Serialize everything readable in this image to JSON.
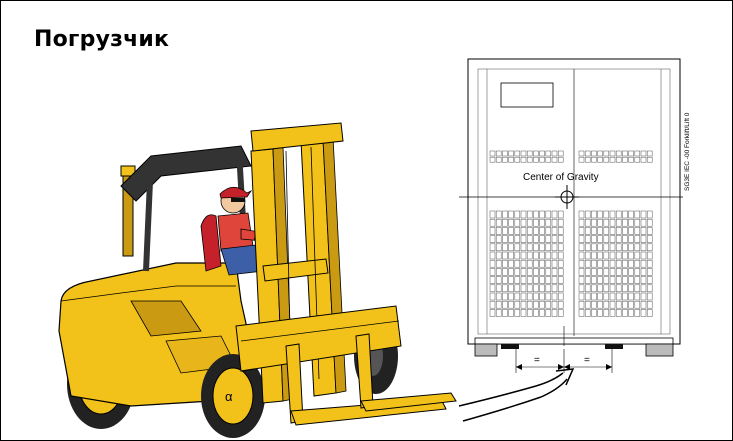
{
  "title": "Погрузчик",
  "cabinet": {
    "cg_label": "Center of Gravity",
    "side_code": "SG3E IEC -00 Forklift/Lift 0"
  },
  "dimensions": {
    "left_mark": "=",
    "right_mark": "="
  },
  "colors": {
    "forklift_yellow": "#F2C21B",
    "forklift_shadow": "#C99A12",
    "tire": "#222222",
    "operator_shirt": "#E0453C",
    "operator_pants": "#3C5FA8",
    "cap": "#C4212B"
  }
}
